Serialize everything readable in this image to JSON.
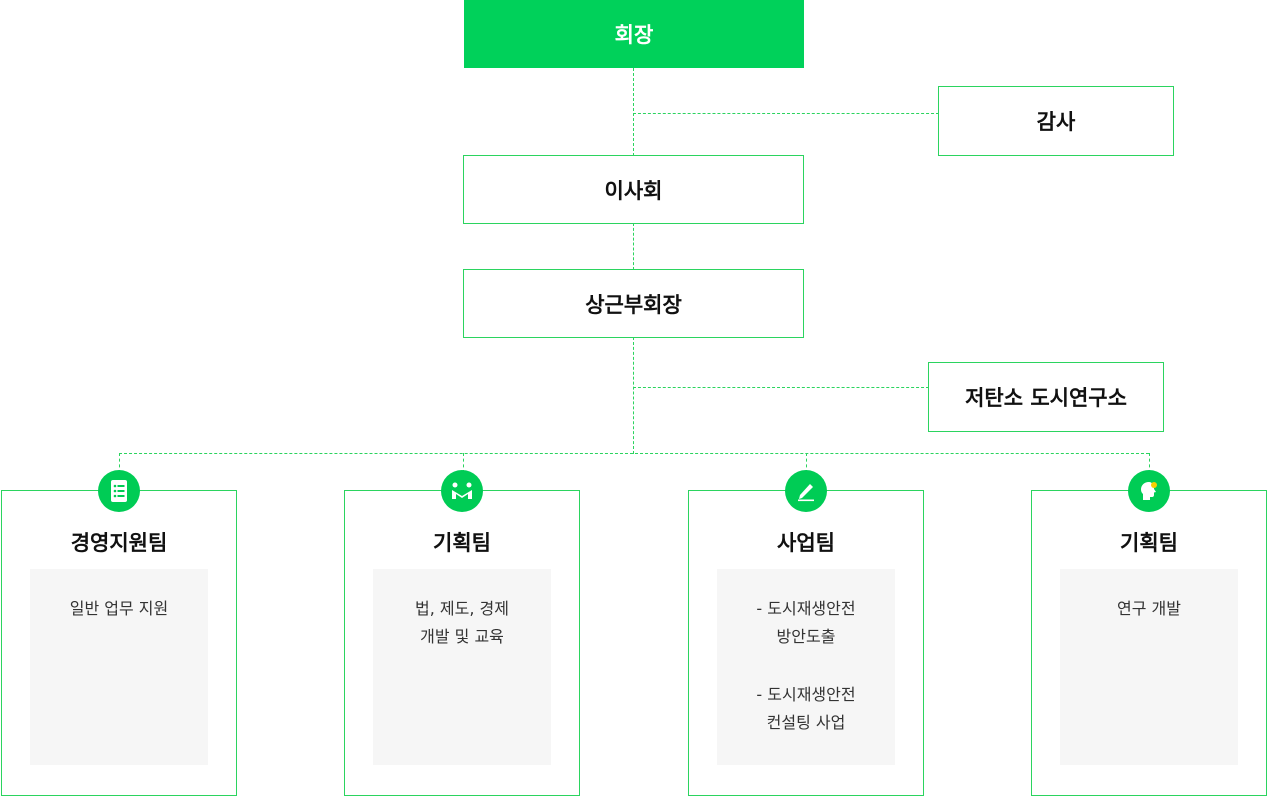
{
  "nodes": {
    "chairman": "회장",
    "auditor": "감사",
    "board": "이사회",
    "vice_chairman": "상근부회장",
    "institute": "저탄소 도시연구소"
  },
  "teams": [
    {
      "title": "경영지원팀",
      "icon": "document-list-icon",
      "lines": [
        "일반 업무 지원"
      ]
    },
    {
      "title": "기획팀",
      "icon": "people-m-icon",
      "lines": [
        "법, 제도, 경제",
        "개발 및 교육"
      ]
    },
    {
      "title": "사업팀",
      "icon": "pencil-icon",
      "lines": [
        "- 도시재생안전",
        "방안도출",
        "",
        "- 도시재생안전",
        "컨설팅 사업"
      ]
    },
    {
      "title": "기획팀",
      "icon": "head-idea-icon",
      "lines": [
        "연구 개발"
      ]
    }
  ],
  "colors": {
    "accent": "#00d15a",
    "line": "#2bd45f",
    "panel": "#f6f6f6"
  }
}
